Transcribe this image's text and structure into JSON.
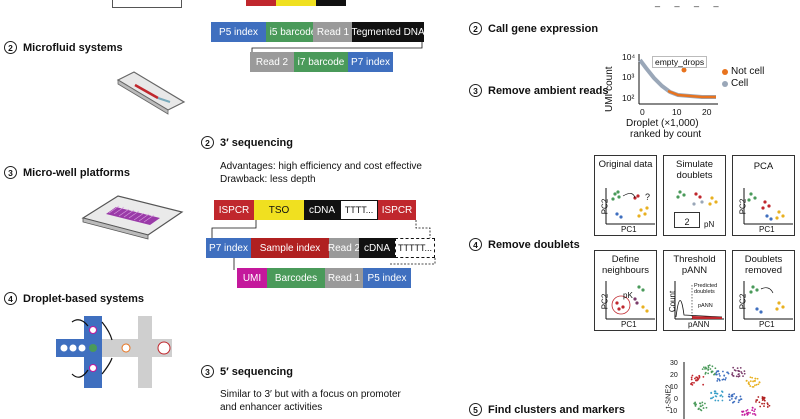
{
  "left": {
    "s2": {
      "num": "2",
      "title": "Microfluid systems"
    },
    "s3": {
      "num": "3",
      "title": "Micro-well platforms"
    },
    "s4": {
      "num": "4",
      "title": "Droplet-based systems"
    }
  },
  "mid": {
    "libtop": {
      "row1": [
        "P5 index",
        "i5 barcode",
        "Read 1",
        "Tegmented DNA"
      ],
      "row2": [
        "Read 2",
        "i7 barcode",
        "P7 index"
      ]
    },
    "s2": {
      "num": "2",
      "title": "3′ sequencing",
      "adv": "Advantages: high efficiency and cost effective",
      "draw": "Drawback: less depth"
    },
    "lib3": {
      "row1": [
        "ISPCR",
        "TSO",
        "cDNA",
        "TTTT...",
        "ISPCR"
      ],
      "row2": [
        "P7 index",
        "Sample index",
        "Read 2",
        "cDNA",
        "TTTTT..."
      ],
      "row3": [
        "UMI",
        "Barcodes",
        "Read 1",
        "P5 index"
      ]
    },
    "s3": {
      "num": "3",
      "title": "5′ sequencing",
      "desc1": "Similar to 3′ but with a focus on promoter",
      "desc2": "and enhancer activities"
    }
  },
  "right": {
    "s2": {
      "num": "2",
      "title": "Call gene expression"
    },
    "s3": {
      "num": "3",
      "title": "Remove ambient reads"
    },
    "s4": {
      "num": "4",
      "title": "Remove doublets"
    },
    "s5": {
      "num": "5",
      "title": "Find clusters and markers"
    },
    "umi": {
      "box_label": "empty_drops",
      "ylabel": "UMI count",
      "yticks": [
        "10⁴",
        "10³",
        "10²"
      ],
      "xticks": [
        "0",
        "10",
        "20"
      ],
      "xlabel1": "Droplet (×1,000)",
      "xlabel2": "ranked by count",
      "legend": [
        "Not cell",
        "Cell"
      ],
      "colors": {
        "not_cell": "#e8731e",
        "cell": "#9aa7b8"
      }
    },
    "panels": [
      {
        "title": "Original data",
        "x": "PC1",
        "y": "PC2",
        "extra": "?"
      },
      {
        "title": "Simulate doublets",
        "x": "",
        "y": "",
        "extra": "2",
        "extra2": "pN"
      },
      {
        "title": "PCA",
        "x": "PC1",
        "y": "PC2"
      },
      {
        "title": "Define neighbours",
        "x": "PC1",
        "y": "PC2",
        "extra": "pK"
      },
      {
        "title": "Threshold pANN",
        "x": "pANN",
        "y": "Count",
        "extra": "Predicted doublets",
        "extra2": "pANN"
      },
      {
        "title": "Doublets removed",
        "x": "PC1",
        "y": "PC2"
      }
    ],
    "tsne": {
      "ylabel": "t-SNE2",
      "yticks": [
        "30",
        "20",
        "10",
        "0",
        "-10"
      ]
    }
  },
  "colors": {
    "blue": "#3f6fbf",
    "green": "#4a9a5a",
    "gray": "#9a9a9a",
    "black": "#111111",
    "red": "#c0272d",
    "yellow": "#f0e020",
    "magenta": "#c4189c",
    "darkred": "#b02020"
  }
}
